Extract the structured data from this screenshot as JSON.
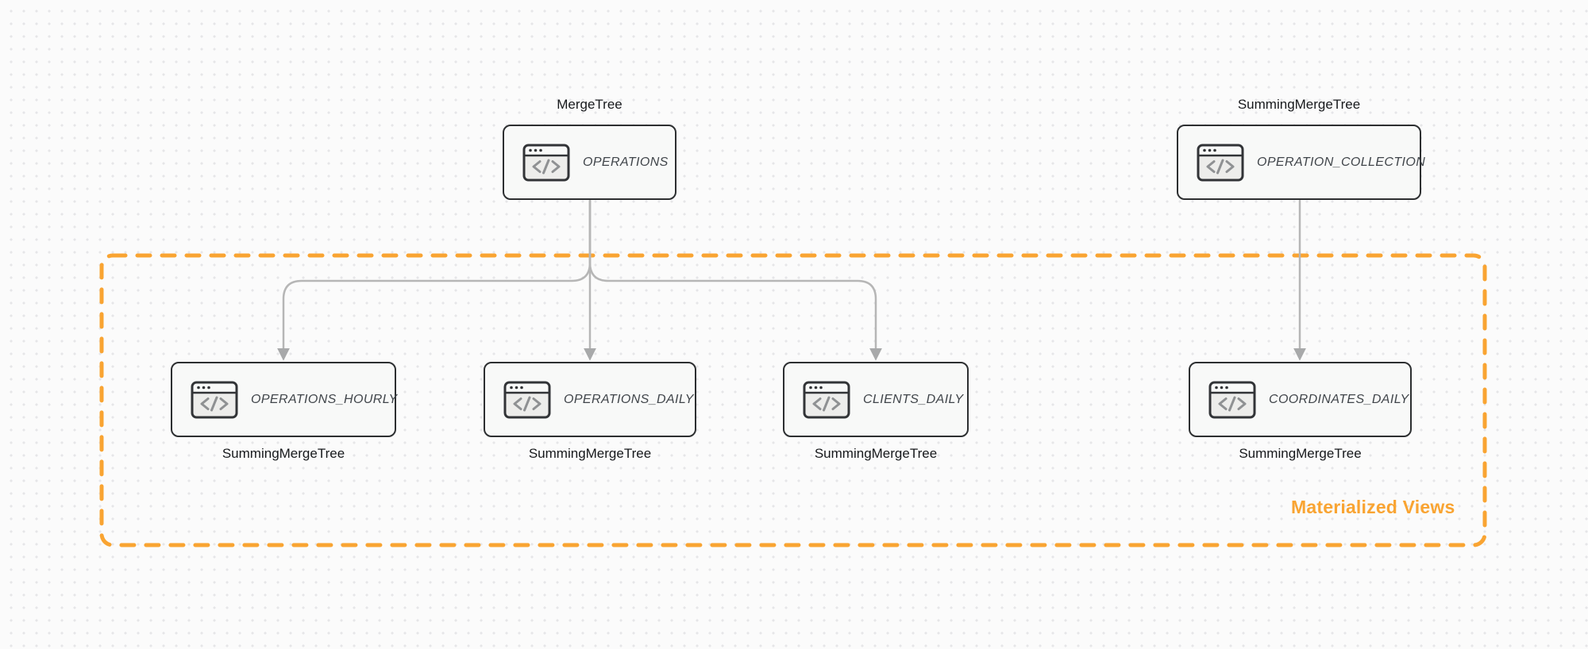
{
  "diagram": {
    "group_label": "Materialized Views",
    "accent_color": "#F9A432",
    "arrow_color": "#B6B6B6",
    "node_border_color": "#2D2F31",
    "node_fill_color": "#F8F9F8",
    "nodes": [
      {
        "id": "operations",
        "engine": "MergeTree",
        "table": "OPERATIONS",
        "engine_label_position": "above",
        "icon": "code-window-icon"
      },
      {
        "id": "operation_collection",
        "engine": "SummingMergeTree",
        "table": "OPERATION_COLLECTION",
        "engine_label_position": "above",
        "icon": "code-window-icon"
      },
      {
        "id": "operations_hourly",
        "engine": "SummingMergeTree",
        "table": "OPERATIONS_HOURLY",
        "engine_label_position": "below",
        "icon": "code-window-icon"
      },
      {
        "id": "operations_daily",
        "engine": "SummingMergeTree",
        "table": "OPERATIONS_DAILY",
        "engine_label_position": "below",
        "icon": "code-window-icon"
      },
      {
        "id": "clients_daily",
        "engine": "SummingMergeTree",
        "table": "CLIENTS_DAILY",
        "engine_label_position": "below",
        "icon": "code-window-icon"
      },
      {
        "id": "coordinates_daily",
        "engine": "SummingMergeTree",
        "table": "COORDINATES_DAILY",
        "engine_label_position": "below",
        "icon": "code-window-icon"
      }
    ],
    "edges": [
      {
        "from": "operations",
        "to": "operations_hourly"
      },
      {
        "from": "operations",
        "to": "operations_daily"
      },
      {
        "from": "operations",
        "to": "clients_daily"
      },
      {
        "from": "operation_collection",
        "to": "coordinates_daily"
      }
    ],
    "materialized_views_group_members": [
      "operations_hourly",
      "operations_daily",
      "clients_daily",
      "coordinates_daily"
    ]
  }
}
